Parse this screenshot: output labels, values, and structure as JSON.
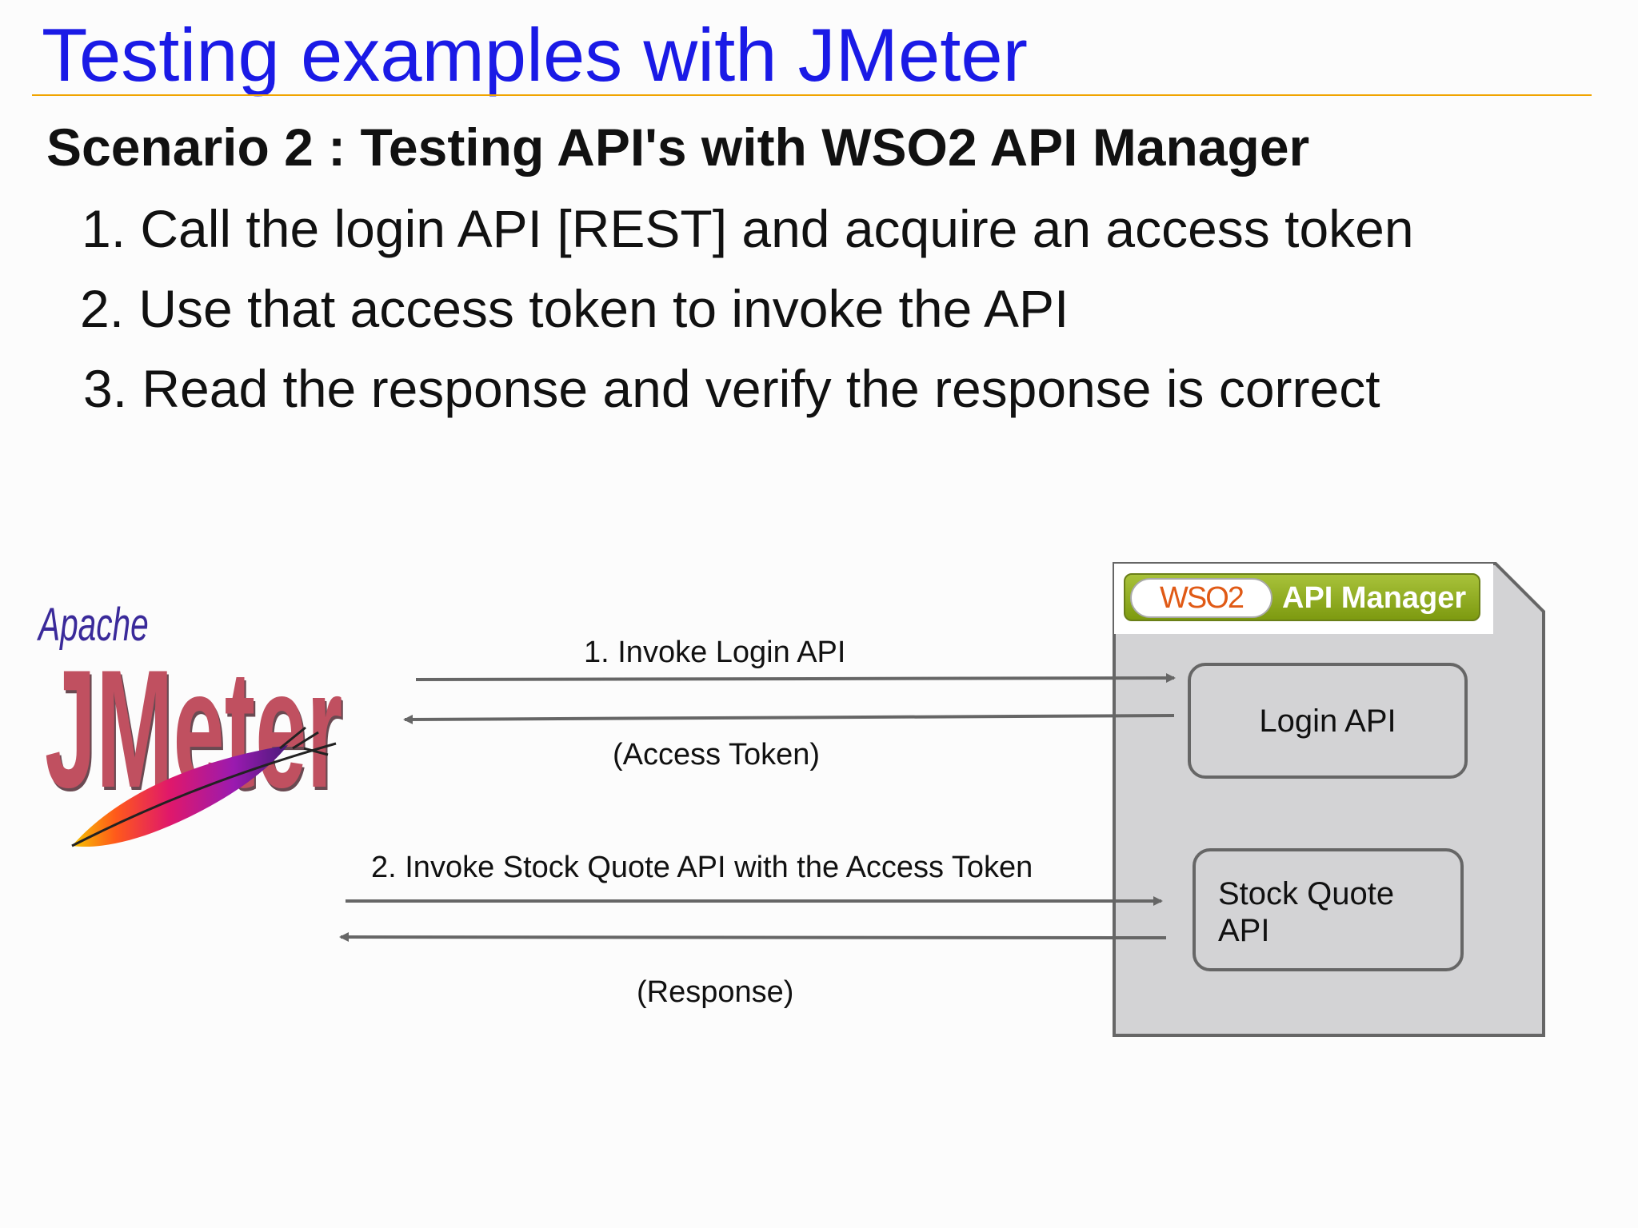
{
  "slide": {
    "title": "Testing examples with JMeter",
    "scenario": "Scenario 2 : Testing API's with WSO2 API Manager",
    "steps": [
      "1. Call the login API [REST] and acquire an access token",
      "2. Use that access token to invoke the API",
      "3. Read the response and verify the response is correct"
    ]
  },
  "diagram": {
    "client_logo": {
      "apache": "Apache",
      "product": "JMeter"
    },
    "server_logo": {
      "brand": "WSO2",
      "product": "API Manager"
    },
    "arrows": {
      "invoke_login": "1. Invoke Login API",
      "access_token": "(Access Token)",
      "invoke_stock": "2. Invoke Stock Quote API with the Access Token",
      "response": "(Response)"
    },
    "apis": {
      "login": "Login API",
      "stock_quote_line1": "Stock Quote",
      "stock_quote_line2": "API"
    }
  },
  "colors": {
    "title": "#1a1ae6",
    "title_rule": "#f0a400",
    "server_fill": "#d3d3d5",
    "server_border": "#666666",
    "arrow": "#666666"
  },
  "icons": [
    "jmeter-feather-logo",
    "wso2-logo"
  ]
}
